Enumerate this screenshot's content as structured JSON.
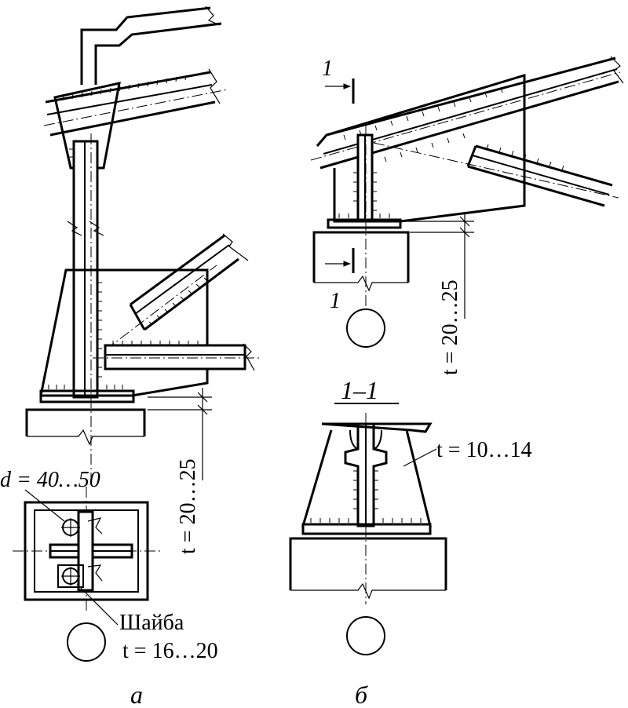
{
  "figure": {
    "panel_a": {
      "caption": "а",
      "bolt_diameter": "d = 40…50",
      "washer_label": "Шайба",
      "washer_thickness": "t = 16…20",
      "grout_thickness": "t = 20…25"
    },
    "panel_b": {
      "caption": "б",
      "section_mark_top": "1",
      "section_mark_bottom": "1",
      "grout_thickness": "t = 20…25",
      "section_title": "1–1",
      "rib_thickness": "t = 10…14"
    }
  }
}
